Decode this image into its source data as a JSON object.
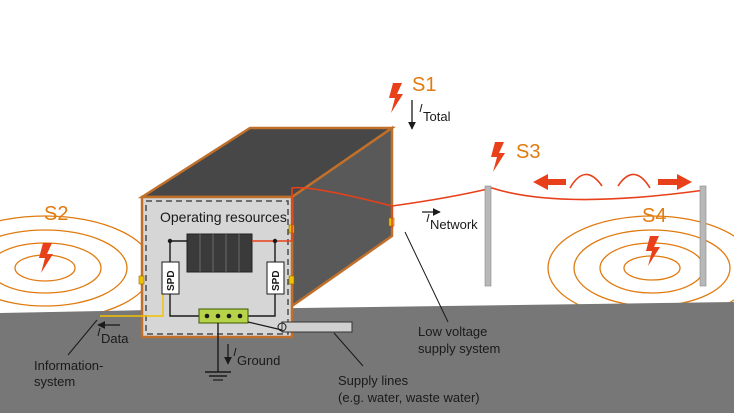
{
  "sources": {
    "s1": "S1",
    "s2": "S2",
    "s3": "S3",
    "s4": "S4"
  },
  "currents": {
    "total": "Total",
    "network": "Network",
    "data": "Data",
    "ground": "Ground"
  },
  "building": {
    "operating_resources": "Operating resources",
    "spd": "SPD"
  },
  "labels": {
    "information_line1": "Information-",
    "information_line2": "system",
    "low_voltage_line1": "Low voltage",
    "low_voltage_line2": "supply system",
    "supply_lines_line1": "Supply lines",
    "supply_lines_line2": "(e.g. water, waste water)"
  },
  "colors": {
    "accent_orange": "#e07b10",
    "lightning_red": "#e8401a",
    "ground_gray": "#777777",
    "building_dark": "#4a4a4a"
  }
}
